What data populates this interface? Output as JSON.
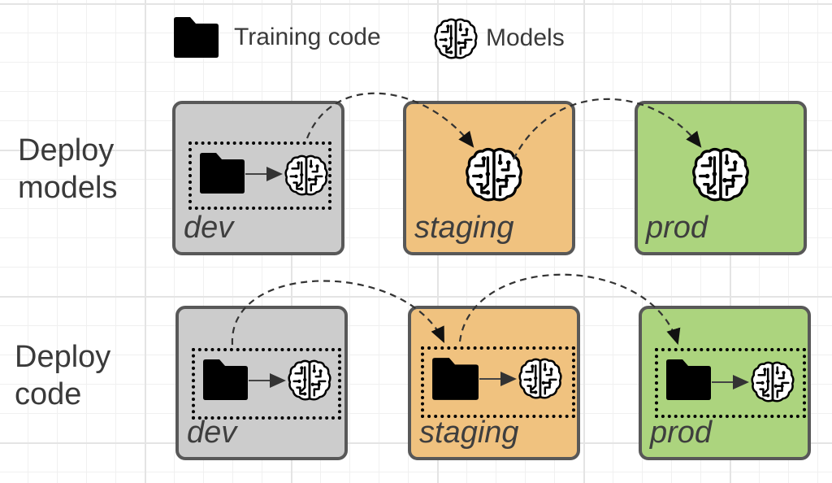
{
  "legend": {
    "training_code": {
      "icon": "folder-icon",
      "label": "Training code"
    },
    "models": {
      "icon": "brain-circuit-icon",
      "label": "Models"
    }
  },
  "rows": [
    {
      "label_line1": "Deploy",
      "label_line2": "models",
      "stages": [
        {
          "name": "dev",
          "color": "#cccccc",
          "contains": [
            "Training code",
            "Models"
          ]
        },
        {
          "name": "staging",
          "color": "#f0c27f",
          "contains": [
            "Models"
          ]
        },
        {
          "name": "prod",
          "color": "#acd47e",
          "contains": [
            "Models"
          ]
        }
      ],
      "flows": [
        {
          "from": "dev",
          "to": "staging",
          "artifact": "Models"
        },
        {
          "from": "staging",
          "to": "prod",
          "artifact": "Models"
        }
      ]
    },
    {
      "label_line1": "Deploy",
      "label_line2": "code",
      "stages": [
        {
          "name": "dev",
          "color": "#cccccc",
          "contains": [
            "Training code",
            "Models"
          ]
        },
        {
          "name": "staging",
          "color": "#f0c27f",
          "contains": [
            "Training code",
            "Models"
          ]
        },
        {
          "name": "prod",
          "color": "#acd47e",
          "contains": [
            "Training code",
            "Models"
          ]
        }
      ],
      "flows": [
        {
          "from": "dev",
          "to": "staging",
          "artifact": "Training code"
        },
        {
          "from": "staging",
          "to": "prod",
          "artifact": "Training code"
        }
      ]
    }
  ],
  "colors": {
    "dev": "#cccccc",
    "staging": "#f0c27f",
    "prod": "#acd47e",
    "border": "#585858"
  }
}
